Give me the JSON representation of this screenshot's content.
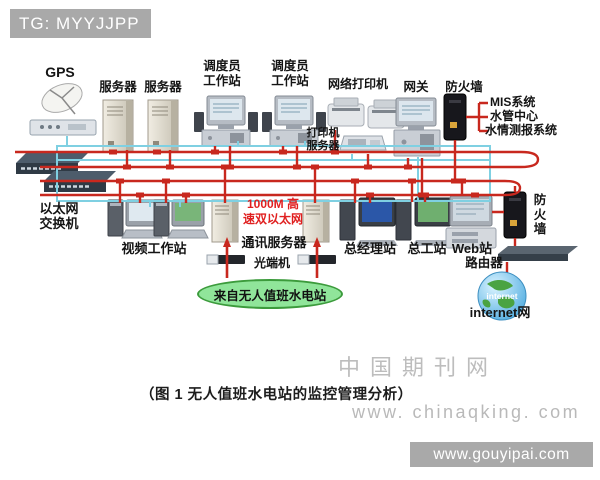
{
  "overlay": {
    "tag": "TG: MYYJJPP",
    "caption": "（图 1 无人值班水电站的监控管理分析）",
    "watermark_journal": "中国期刊网",
    "watermark_site": "www. chinaqking. com",
    "watermark_bar": "www.gouyipai.com"
  },
  "diagram": {
    "bus_label": "1000M 高\n速双以太网",
    "source_label": "来自无人值班水电站",
    "labels": {
      "gps": "GPS",
      "server_1": "服务器",
      "server_2": "服务器",
      "dispatcher_ws_1": "调度员\n工作站",
      "dispatcher_ws_2": "调度员\n工作站",
      "network_printer": "网络打印机",
      "printer_server": "打印机\n服务器",
      "gateway": "网关",
      "firewall_top": "防火墙",
      "mis_system": "MIS系统",
      "water_center": "水管中心",
      "hydro_report_system": "水情测报系统",
      "ethernet_switch": "以太网\n交换机",
      "video_workstation": "视频工作站",
      "comm_server": "通讯服务器",
      "optical_terminal": "光端机",
      "gm_station": "总经理站",
      "chief_engineer_station": "总工站",
      "web_station": "Web站",
      "firewall_right": "防\n火\n墙",
      "router": "路由器",
      "internet": "internet网",
      "globe_text": "internet"
    },
    "colors": {
      "bus_red": "#c8281e",
      "link_cyan": "#7fd0e2",
      "source_fill": "#90e59a",
      "source_border": "#3c9b3c",
      "bus_label_red": "#e02020",
      "overlay_gray": "#a9a9a9"
    }
  }
}
